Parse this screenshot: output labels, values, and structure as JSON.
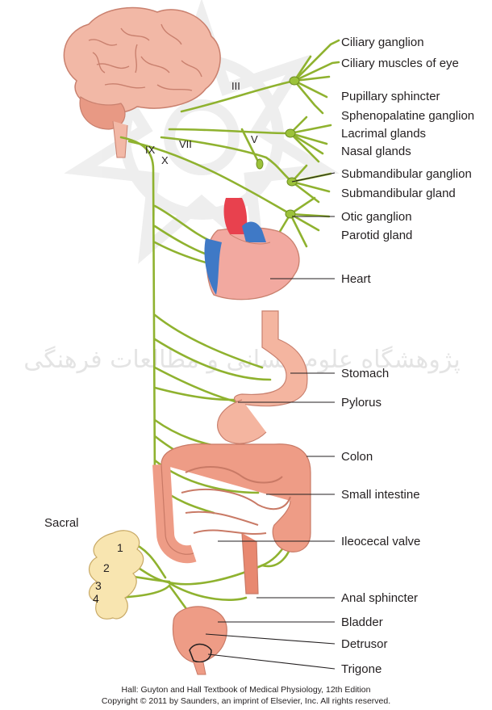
{
  "watermark_text": "پژوهشگاه علوم انسانی و مطالعات فرهنگی",
  "nerves": {
    "III": "III",
    "VII": "VII",
    "IX": "IX",
    "X": "X",
    "V": "V"
  },
  "sacral": {
    "title": "Sacral",
    "segments": [
      "1",
      "2",
      "3",
      "4"
    ]
  },
  "labels": {
    "ciliary_ganglion": "Ciliary ganglion",
    "ciliary_muscles": "Ciliary muscles of eye",
    "pupillary_sphincter": "Pupillary sphincter",
    "sphenopalatine": "Sphenopalatine ganglion",
    "lacrimal": "Lacrimal glands",
    "nasal": "Nasal glands",
    "submandibular_ganglion": "Submandibular ganglion",
    "submandibular_gland": "Submandibular gland",
    "otic": "Otic ganglion",
    "parotid": "Parotid gland",
    "heart": "Heart",
    "stomach": "Stomach",
    "pylorus": "Pylorus",
    "colon": "Colon",
    "small_intestine": "Small intestine",
    "ileocecal": "Ileocecal valve",
    "anal": "Anal sphincter",
    "bladder": "Bladder",
    "detrusor": "Detrusor",
    "trigone": "Trigone"
  },
  "credit": {
    "line1": "Hall: Guyton and Hall Textbook of Medical Physiology, 12th Edition",
    "line2": "Copyright © 2011 by Saunders, an imprint of Elsevier, Inc. All rights reserved."
  },
  "colors": {
    "nerve": "#8fb22f",
    "ganglion": "#9cc23a",
    "brain": "#f2b8a6",
    "organ": "#f4b5a0",
    "intestine": "#ee9c86",
    "heart_red": "#e8414e",
    "heart_blue": "#3f79c6",
    "sacrum": "#f8e5b0"
  }
}
